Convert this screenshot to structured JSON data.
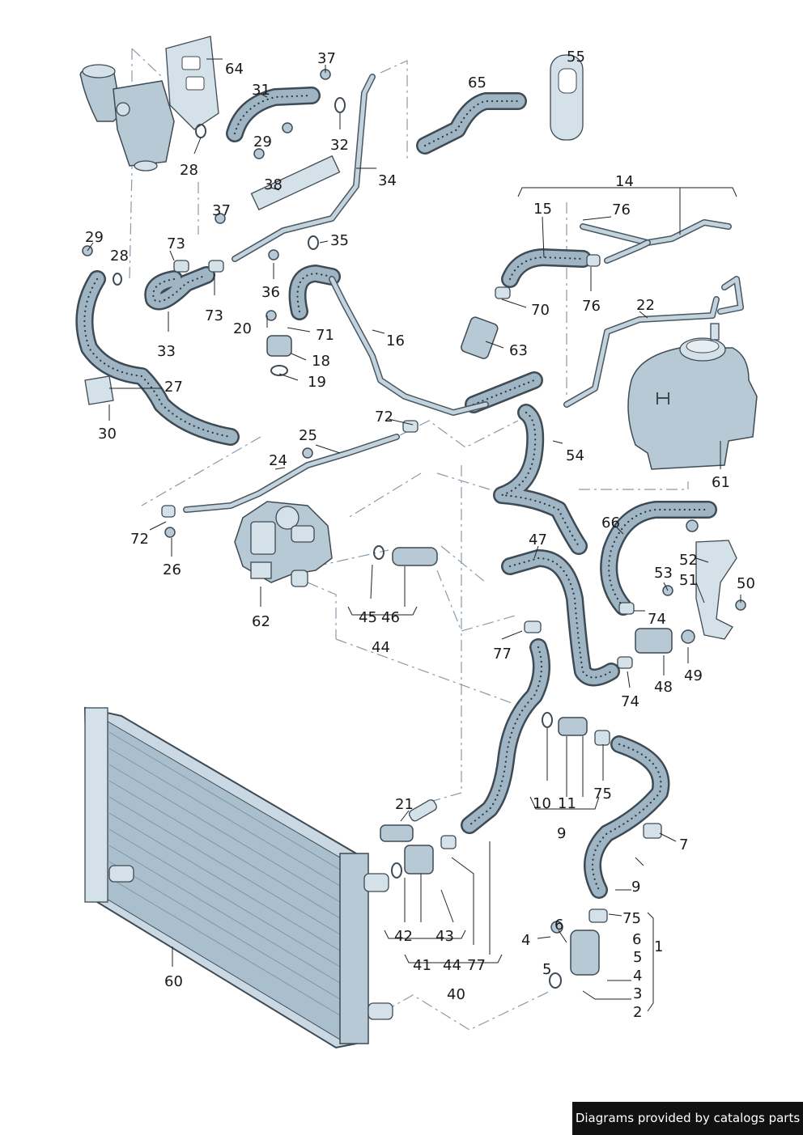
{
  "callouts": [
    {
      "id": "c64",
      "text": "64"
    },
    {
      "id": "c37a",
      "text": "37"
    },
    {
      "id": "c31",
      "text": "31"
    },
    {
      "id": "c29a",
      "text": "29"
    },
    {
      "id": "c32",
      "text": "32"
    },
    {
      "id": "c28a",
      "text": "28"
    },
    {
      "id": "c34",
      "text": "34"
    },
    {
      "id": "c38",
      "text": "38"
    },
    {
      "id": "c65",
      "text": "65"
    },
    {
      "id": "c55",
      "text": "55"
    },
    {
      "id": "c14",
      "text": "14"
    },
    {
      "id": "c15",
      "text": "15"
    },
    {
      "id": "c76a",
      "text": "76"
    },
    {
      "id": "c37b",
      "text": "37"
    },
    {
      "id": "c35",
      "text": "35"
    },
    {
      "id": "c29b",
      "text": "29"
    },
    {
      "id": "c28b",
      "text": "28"
    },
    {
      "id": "c73a",
      "text": "73"
    },
    {
      "id": "c73b",
      "text": "73"
    },
    {
      "id": "c36",
      "text": "36"
    },
    {
      "id": "c20",
      "text": "20"
    },
    {
      "id": "c71",
      "text": "71"
    },
    {
      "id": "c16",
      "text": "16"
    },
    {
      "id": "c18",
      "text": "18"
    },
    {
      "id": "c19",
      "text": "19"
    },
    {
      "id": "c33",
      "text": "33"
    },
    {
      "id": "c70",
      "text": "70"
    },
    {
      "id": "c76b",
      "text": "76"
    },
    {
      "id": "c22",
      "text": "22"
    },
    {
      "id": "c63",
      "text": "63"
    },
    {
      "id": "c27",
      "text": "27"
    },
    {
      "id": "c30",
      "text": "30"
    },
    {
      "id": "c72a",
      "text": "72"
    },
    {
      "id": "c25",
      "text": "25"
    },
    {
      "id": "c54",
      "text": "54"
    },
    {
      "id": "c24",
      "text": "24"
    },
    {
      "id": "c61",
      "text": "61"
    },
    {
      "id": "c72b",
      "text": "72"
    },
    {
      "id": "c26",
      "text": "26"
    },
    {
      "id": "c66",
      "text": "66"
    },
    {
      "id": "c47",
      "text": "47"
    },
    {
      "id": "c52",
      "text": "52"
    },
    {
      "id": "c53",
      "text": "53"
    },
    {
      "id": "c51",
      "text": "51"
    },
    {
      "id": "c50",
      "text": "50"
    },
    {
      "id": "c62",
      "text": "62"
    },
    {
      "id": "c45",
      "text": "45"
    },
    {
      "id": "c46",
      "text": "46"
    },
    {
      "id": "c74a",
      "text": "74"
    },
    {
      "id": "c44a",
      "text": "44"
    },
    {
      "id": "c77a",
      "text": "77"
    },
    {
      "id": "c49",
      "text": "49"
    },
    {
      "id": "c48",
      "text": "48"
    },
    {
      "id": "c74b",
      "text": "74"
    },
    {
      "id": "c10",
      "text": "10"
    },
    {
      "id": "c11",
      "text": "11"
    },
    {
      "id": "c75a",
      "text": "75"
    },
    {
      "id": "c21",
      "text": "21"
    },
    {
      "id": "c9a",
      "text": "9"
    },
    {
      "id": "c7",
      "text": "7"
    },
    {
      "id": "c9b",
      "text": "9"
    },
    {
      "id": "c75b",
      "text": "75"
    },
    {
      "id": "c42",
      "text": "42"
    },
    {
      "id": "c43",
      "text": "43"
    },
    {
      "id": "c6a",
      "text": "6"
    },
    {
      "id": "c6b",
      "text": "6"
    },
    {
      "id": "c4a",
      "text": "4"
    },
    {
      "id": "c1",
      "text": "1"
    },
    {
      "id": "c5a",
      "text": "5"
    },
    {
      "id": "c60",
      "text": "60"
    },
    {
      "id": "c41",
      "text": "41"
    },
    {
      "id": "c44b",
      "text": "44"
    },
    {
      "id": "c77b",
      "text": "77"
    },
    {
      "id": "c5b",
      "text": "5"
    },
    {
      "id": "c4b",
      "text": "4"
    },
    {
      "id": "c40",
      "text": "40"
    },
    {
      "id": "c3",
      "text": "3"
    },
    {
      "id": "c2",
      "text": "2"
    }
  ],
  "footer": {
    "text": "Diagrams provided by catalogs parts"
  }
}
